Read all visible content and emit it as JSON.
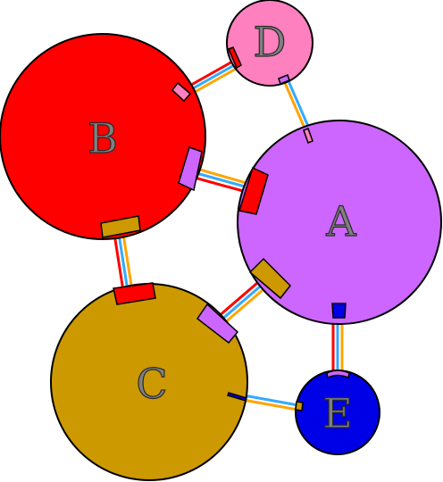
{
  "diagram": {
    "nodes": [
      {
        "id": "A",
        "label": "A",
        "color": "#cc66ff"
      },
      {
        "id": "B",
        "label": "B",
        "color": "#ff0000"
      },
      {
        "id": "C",
        "label": "C",
        "color": "#cc9900"
      },
      {
        "id": "D",
        "label": "D",
        "color": "#ff80bf"
      },
      {
        "id": "E",
        "label": "E",
        "color": "#0000e6"
      }
    ],
    "edges": [
      {
        "from": "B",
        "to": "D",
        "colors": [
          "#ff0000",
          "#ffffff",
          "#33aaff",
          "#ffffff",
          "#ffa500"
        ]
      },
      {
        "from": "D",
        "to": "A",
        "colors": [
          "#ffa500",
          "#ffffff",
          "#33aaff"
        ]
      },
      {
        "from": "B",
        "to": "A",
        "colors": [
          "#ff0000",
          "#ffffff",
          "#33aaff",
          "#ffffff",
          "#ffa500"
        ]
      },
      {
        "from": "B",
        "to": "C",
        "colors": [
          "#ff0000",
          "#ffffff",
          "#33aaff",
          "#ffffff",
          "#ffa500"
        ]
      },
      {
        "from": "C",
        "to": "A",
        "colors": [
          "#ff0000",
          "#ffffff",
          "#33aaff",
          "#ffffff",
          "#ffa500"
        ]
      },
      {
        "from": "A",
        "to": "E",
        "colors": [
          "#ff0000",
          "#ffffff",
          "#33aaff",
          "#ffffff",
          "#ffa500"
        ]
      },
      {
        "from": "C",
        "to": "E",
        "colors": [
          "#33aaff",
          "#ffffff",
          "#ffa500"
        ]
      }
    ]
  }
}
